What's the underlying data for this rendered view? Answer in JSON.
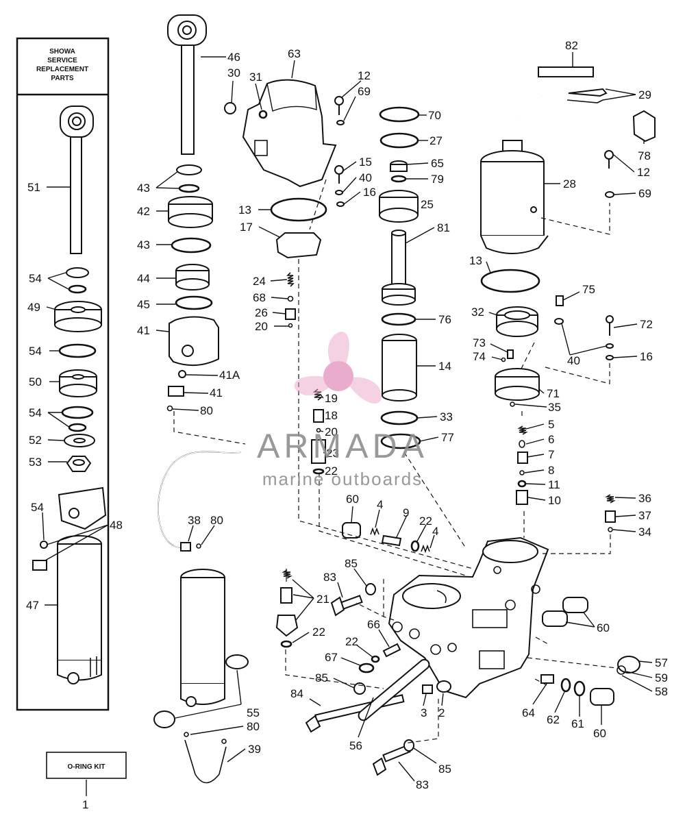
{
  "panel": {
    "header_line1": "SHOWA",
    "header_line2": "SERVICE",
    "header_line3": "REPLACEMENT",
    "header_line4": "PARTS"
  },
  "kit": {
    "label": "O-RING KIT",
    "callout": "1"
  },
  "watermark": {
    "brand": "ARMADA",
    "tagline": "marine outboards",
    "color": "#e8a4c8"
  },
  "callouts": {
    "c51": "51",
    "c54a": "54",
    "c49": "49",
    "c54b": "54",
    "c50": "50",
    "c54c": "54",
    "c52": "52",
    "c53": "53",
    "c54d": "54",
    "c48": "48",
    "c47": "47",
    "c46": "46",
    "c30": "30",
    "c31": "31",
    "c43a": "43",
    "c42": "42",
    "c43b": "43",
    "c44": "44",
    "c45": "45",
    "c41": "41",
    "c41A": "41A",
    "c41b": "41",
    "c80a": "80",
    "c38": "38",
    "c80b": "80",
    "c55": "55",
    "c80c": "80",
    "c39": "39",
    "c63": "63",
    "c12a": "12",
    "c69a": "69",
    "c15": "15",
    "c40a": "40",
    "c16a": "16",
    "c13a": "13",
    "c17": "17",
    "c24": "24",
    "c68": "68",
    "c26": "26",
    "c20a": "20",
    "c19": "19",
    "c18": "18",
    "c20b": "20",
    "c23": "23",
    "c22a": "22",
    "c70": "70",
    "c27": "27",
    "c65": "65",
    "c79": "79",
    "c25": "25",
    "c81": "81",
    "c76": "76",
    "c14": "14",
    "c33": "33",
    "c77": "77",
    "c82": "82",
    "c29": "29",
    "c78": "78",
    "c12b": "12",
    "c28": "28",
    "c69b": "69",
    "c13b": "13",
    "c75": "75",
    "c32": "32",
    "c72": "72",
    "c73": "73",
    "c74": "74",
    "c40b": "40",
    "c16b": "16",
    "c71": "71",
    "c35": "35",
    "c5": "5",
    "c6": "6",
    "c7": "7",
    "c8": "8",
    "c11": "11",
    "c10": "10",
    "c36": "36",
    "c37": "37",
    "c34": "34",
    "c60a": "60",
    "c4a": "4",
    "c9": "9",
    "c22b": "22",
    "c4b": "4",
    "c85a": "85",
    "c83a": "83",
    "c21": "21",
    "c22c": "22",
    "c66": "66",
    "c22d": "22",
    "c67": "67",
    "c85b": "85",
    "c84": "84",
    "c3": "3",
    "c2": "2",
    "c56": "56",
    "c85c": "85",
    "c83b": "83",
    "c60b": "60",
    "c57": "57",
    "c59": "59",
    "c58": "58",
    "c64": "64",
    "c62": "62",
    "c61": "61",
    "c60c": "60"
  }
}
